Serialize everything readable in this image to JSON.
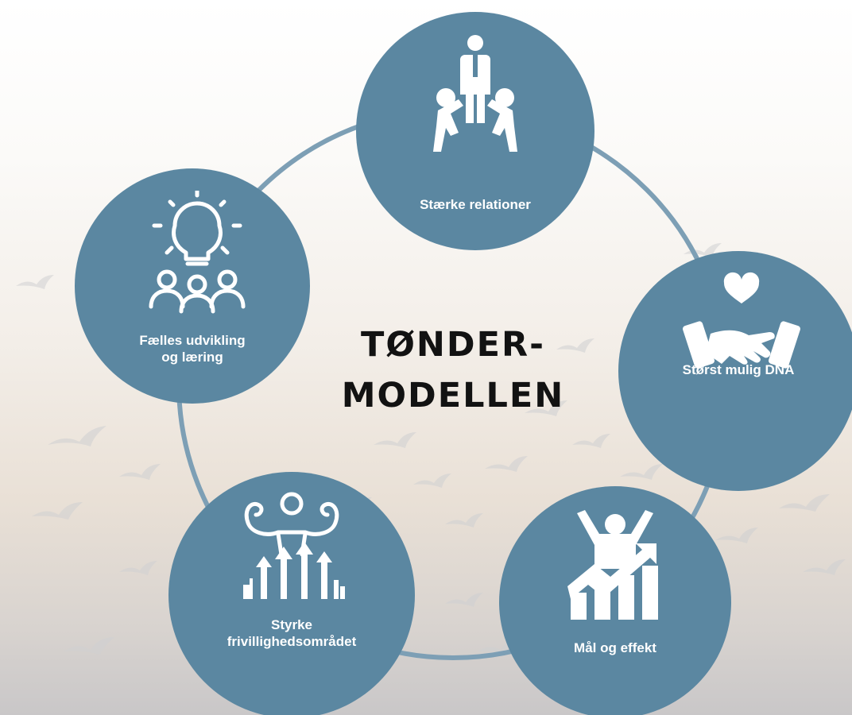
{
  "title": {
    "line1": "TØNDER-",
    "line2": "MODELLEN"
  },
  "nodes": [
    {
      "id": "staerke-relationer",
      "label": "Stærke relationer",
      "icon": "people-lifting-icon"
    },
    {
      "id": "stoerst-mulig-dna",
      "label": "Størst mulig DNA",
      "icon": "handshake-heart-icon"
    },
    {
      "id": "maal-og-effekt",
      "label": "Mål og effekt",
      "icon": "growth-chart-person-icon"
    },
    {
      "id": "styrke-frivillighed",
      "label_lines": [
        "Styrke",
        "frivillighedsområdet"
      ],
      "icon": "strong-figure-arrows-icon"
    },
    {
      "id": "faelles-udvikling",
      "label_lines": [
        "Fælles udvikling",
        "og læring"
      ],
      "icon": "lightbulb-team-icon"
    }
  ],
  "colors": {
    "node_fill": "#5b87a1",
    "ring_stroke": "#7d9fb5",
    "title_text": "#121212",
    "label_text": "#ffffff"
  }
}
